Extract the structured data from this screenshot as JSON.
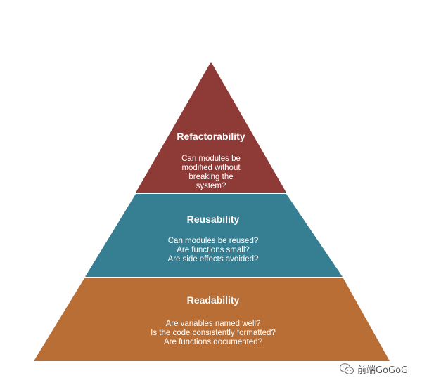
{
  "pyramid": {
    "tiers": [
      {
        "title": "Refactorability",
        "lines": [
          "Can modules be",
          "modified without",
          "breaking the",
          "system?"
        ],
        "color": "#8e3b37"
      },
      {
        "title": "Reusability",
        "lines": [
          "Can modules be reused?",
          "Are functions small?",
          "Are side effects avoided?"
        ],
        "color": "#367e91"
      },
      {
        "title": "Readability",
        "lines": [
          "Are variables named well?",
          "Is the code consistently formatted?",
          "Are functions documented?"
        ],
        "color": "#b96e35"
      }
    ]
  },
  "watermark": {
    "text": "前端GoGoG",
    "icon": "wechat-icon"
  }
}
